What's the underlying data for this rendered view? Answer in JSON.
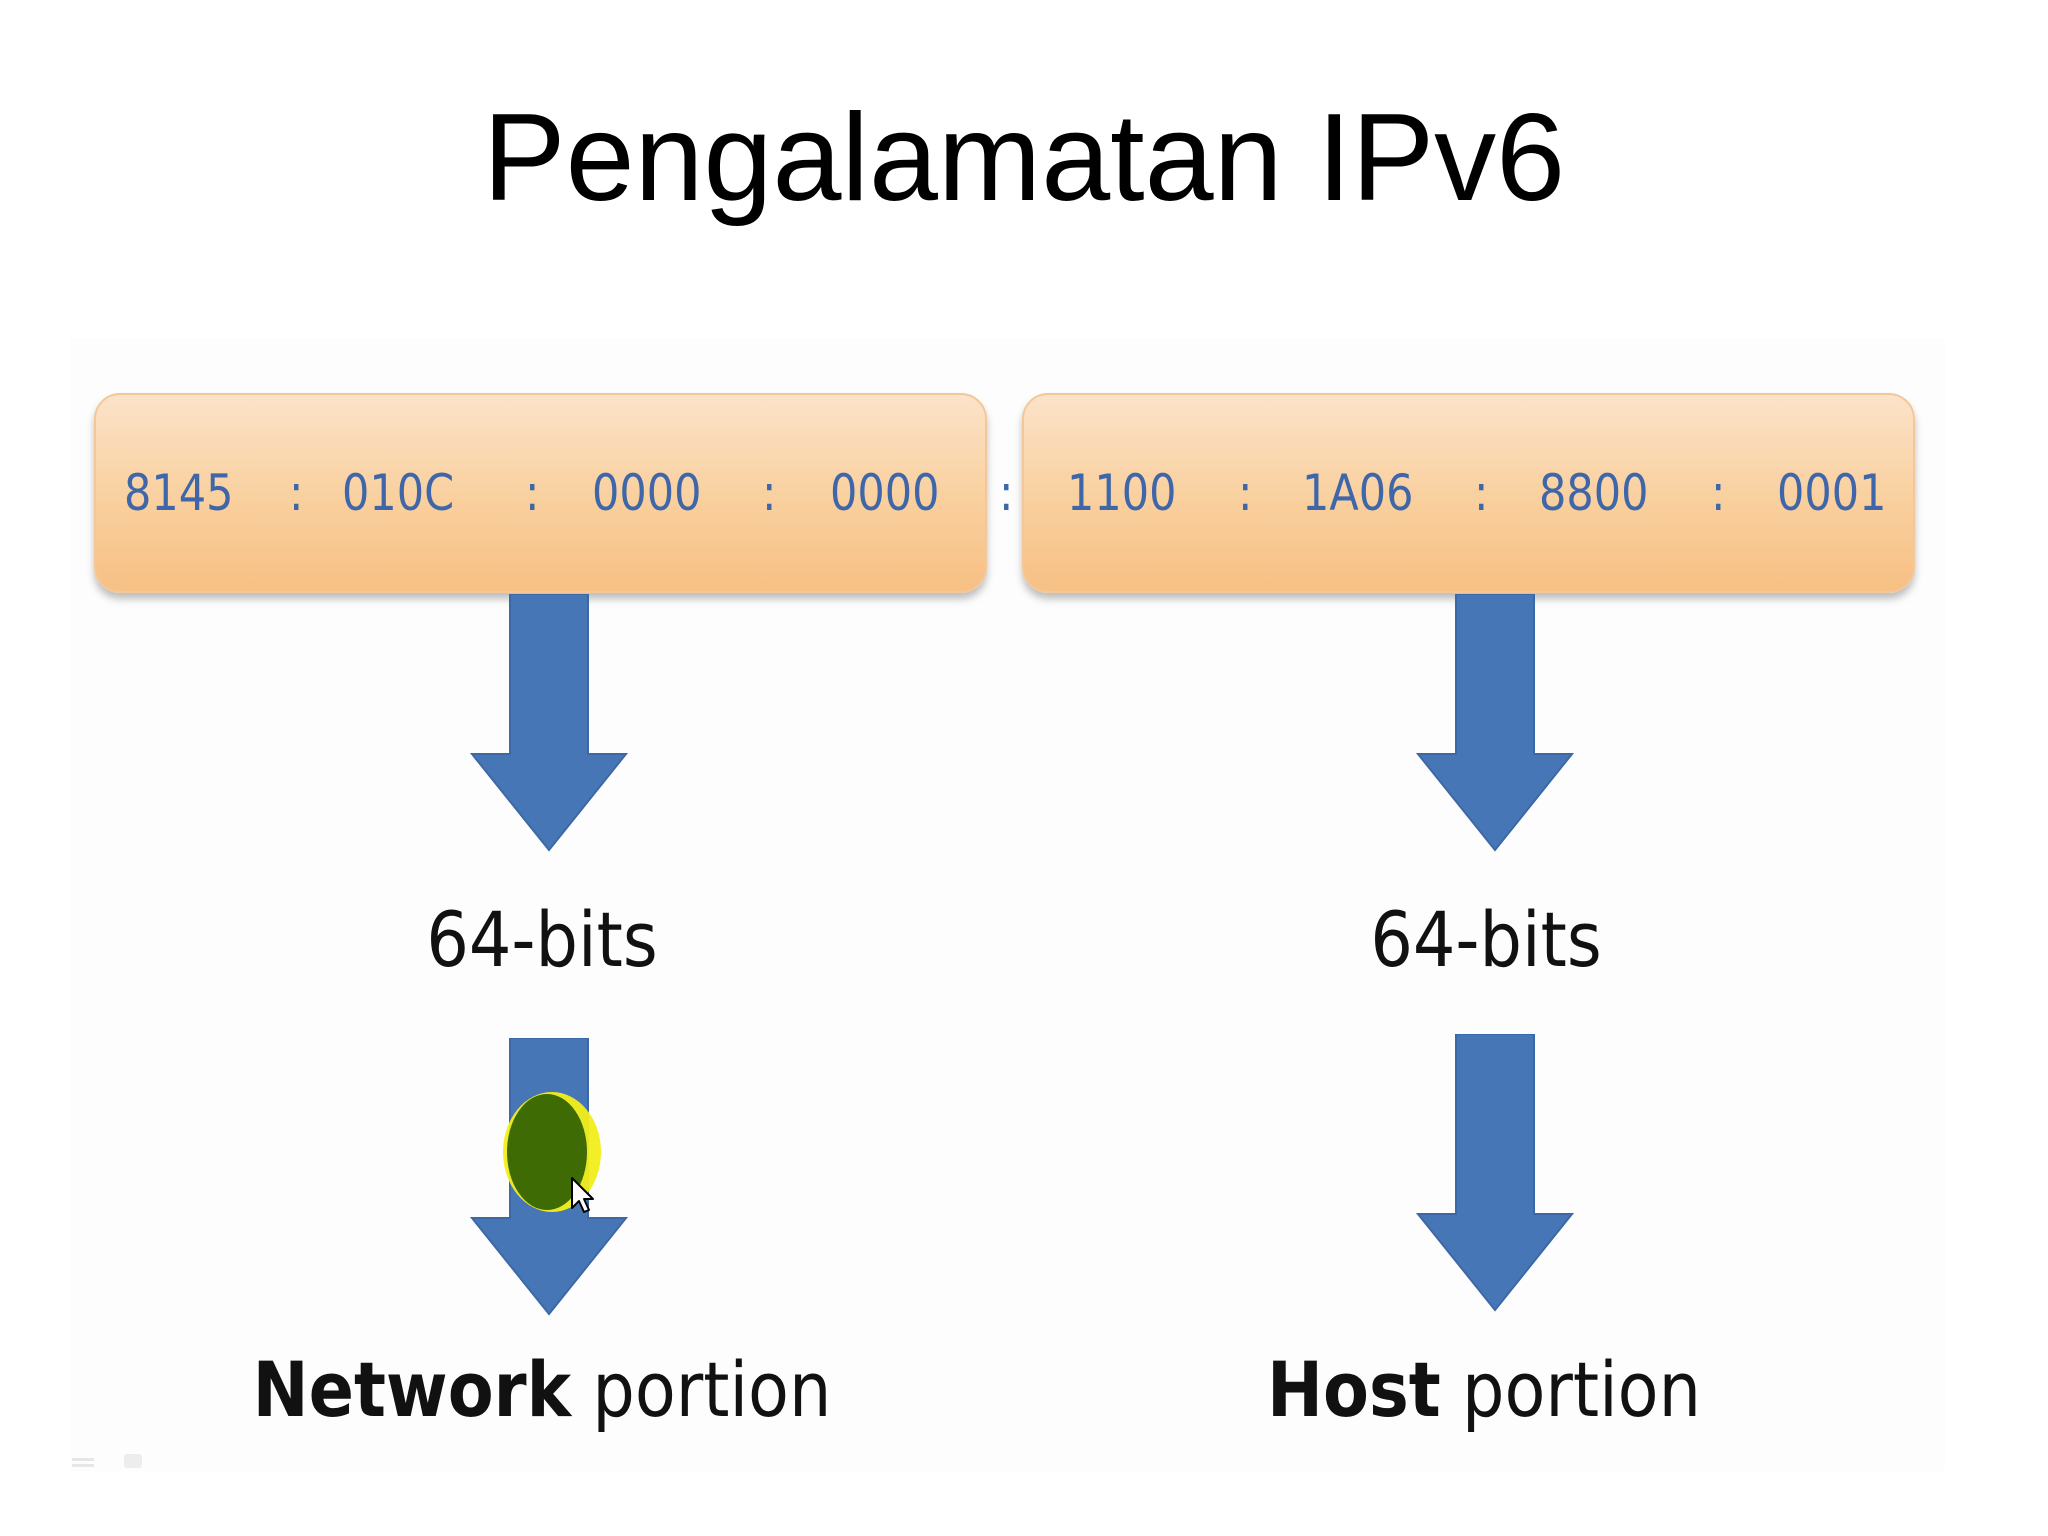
{
  "title": "Pengalamatan IPv6",
  "address": {
    "network_segments": [
      "8145",
      ":",
      "010C",
      ":",
      "0000",
      ":",
      "0000"
    ],
    "middle_separator": ":",
    "host_segments": [
      "1100",
      ":",
      "1A06",
      ":",
      "8800",
      ":",
      "0001"
    ]
  },
  "left": {
    "bits_label": "64-bits",
    "portion_bold": "Network",
    "portion_rest": " portion"
  },
  "right": {
    "bits_label": "64-bits",
    "portion_bold": "Host",
    "portion_rest": " portion"
  },
  "colors": {
    "address_text": "#3f66a8",
    "arrow_fill": "#4776b7",
    "box_top": "#fbe3c9",
    "box_bottom": "#f7c084",
    "cursor_highlight_ring": "#f2ee1a",
    "cursor_highlight_center": "#3f6b05"
  }
}
